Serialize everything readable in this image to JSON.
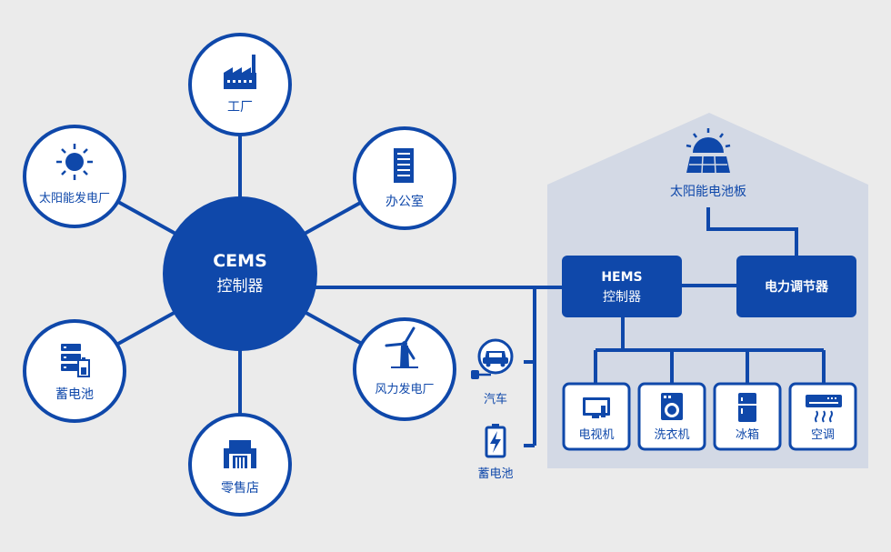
{
  "colors": {
    "primary": "#0f48aa",
    "background": "#ebebeb",
    "house": "#d3d9e5",
    "node_fill": "#ffffff"
  },
  "cems": {
    "line1": "CEMS",
    "line2": "控制器",
    "nodes": {
      "factory": {
        "label": "工厂",
        "icon": "factory-icon"
      },
      "office": {
        "label": "办公室",
        "icon": "building-icon"
      },
      "solar_plant": {
        "label": "太阳能发电厂",
        "icon": "sun-icon"
      },
      "wind_plant": {
        "label": "风力发电厂",
        "icon": "wind-turbine-icon"
      },
      "storage": {
        "label": "蓄电池",
        "icon": "battery-storage-icon"
      },
      "retail": {
        "label": "零售店",
        "icon": "store-icon"
      }
    }
  },
  "side": {
    "car": {
      "label": "汽车",
      "icon": "electric-car-icon"
    },
    "battery": {
      "label": "蓄电池",
      "icon": "battery-icon"
    }
  },
  "home": {
    "solar_panel": {
      "label": "太阳能电池板",
      "icon": "solar-panel-icon"
    },
    "hems": {
      "line1": "HEMS",
      "line2": "控制器"
    },
    "regulator": {
      "label": "电力调节器"
    },
    "appliances": [
      {
        "label": "电视机",
        "icon": "tv-icon"
      },
      {
        "label": "洗衣机",
        "icon": "washing-machine-icon"
      },
      {
        "label": "冰箱",
        "icon": "fridge-icon"
      },
      {
        "label": "空调",
        "icon": "air-conditioner-icon"
      }
    ]
  }
}
